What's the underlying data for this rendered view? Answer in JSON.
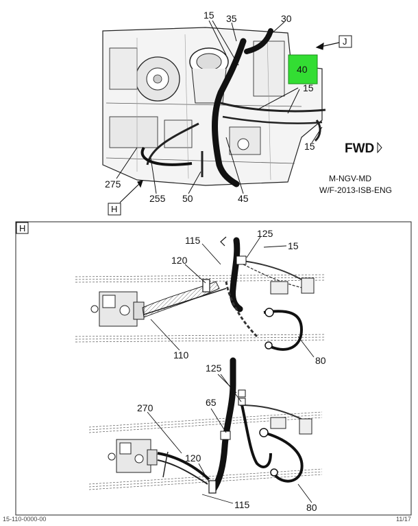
{
  "top_view": {
    "callouts": {
      "c15_top": "15",
      "c35": "35",
      "c30": "30",
      "c40": "40",
      "c15_right": "15",
      "c15_bottom": "15",
      "c275": "275",
      "c255": "255",
      "c50": "50",
      "c45": "45"
    },
    "view_label_j": "J",
    "view_label_h": "H",
    "highlight_color": "#33dd33"
  },
  "fwd_label": "FWD",
  "model_note": {
    "line1": "M-NGV-MD",
    "line2": "W/F-2013-ISB-ENG"
  },
  "detail_h": {
    "frame_label": "H",
    "upper": {
      "c115": "115",
      "c125": "125",
      "c15": "15",
      "c120": "120",
      "c110": "110",
      "c80": "80"
    },
    "lower": {
      "c125": "125",
      "c65": "65",
      "c270": "270",
      "c120": "120",
      "c115": "115",
      "c80": "80"
    }
  },
  "footer": {
    "left_code": "15-110-0000-00",
    "right_code": "11/17"
  }
}
